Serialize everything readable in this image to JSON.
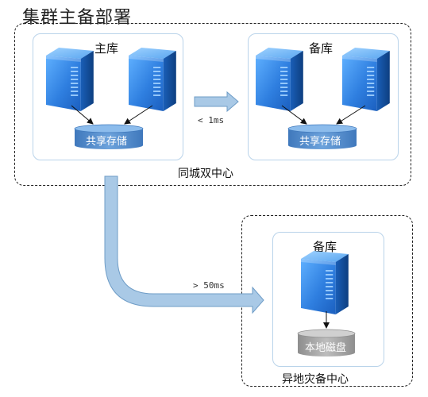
{
  "title": "集群主备部署",
  "same_city": {
    "group_label": "同城双中心",
    "primary": {
      "label": "主库",
      "storage": "共享存储"
    },
    "standby": {
      "label": "备库",
      "storage": "共享存储"
    },
    "latency": "< 1ms"
  },
  "remote": {
    "group_label": "异地灾备中心",
    "standby": {
      "label": "备库",
      "storage": "本地磁盘"
    },
    "latency": "> 50ms"
  },
  "colors": {
    "arrow_fill": "#a9c9e6",
    "arrow_stroke": "#6f9dc7",
    "cylinder_blue": "#4f86c6",
    "cylinder_gray": "#a3a3a3",
    "server_front": "#2f7fe0",
    "server_side": "#124f9f"
  }
}
